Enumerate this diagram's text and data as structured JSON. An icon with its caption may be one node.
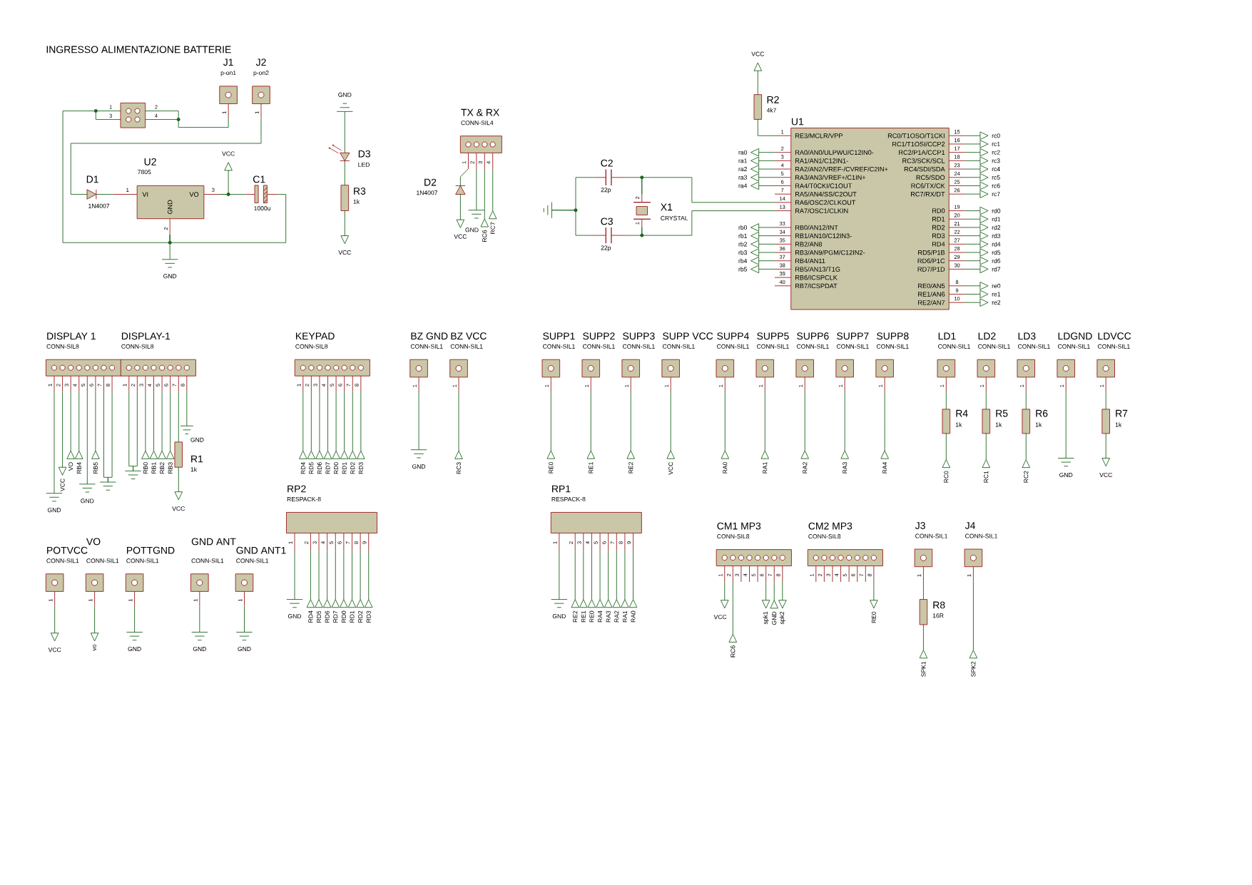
{
  "diagram": {
    "nodes": [
      {
        "text": [
          "J1",
          "p-on1"
        ],
        "beside": [
          "1"
        ]
      },
      {
        "text": [
          "J2",
          "p-on2"
        ],
        "beside": [
          "1"
        ]
      },
      {
        "text": [
          "1",
          "2",
          "3",
          "4"
        ]
      },
      {
        "text": [
          "D1",
          "1N4007"
        ]
      },
      {
        "text": [
          "U2",
          "7805",
          "VI",
          "VO",
          "GND",
          "1",
          "3",
          "2"
        ]
      },
      {
        "text": [
          "C1",
          "1000u"
        ]
      },
      {
        "text": [
          "VCC"
        ]
      },
      {
        "text": [
          "GND"
        ]
      },
      {
        "text": [
          "GND"
        ]
      },
      {
        "text": [
          "D3",
          "LED"
        ]
      },
      {
        "text": [
          "R3",
          "1k"
        ]
      },
      {
        "text": [
          "VCC"
        ]
      },
      {
        "text": [
          "TX & RX",
          "CONN-SIL4"
        ],
        "beside": [
          "1",
          "2",
          "3",
          "4"
        ]
      },
      {
        "text": [
          "D2",
          "1N4007"
        ]
      },
      {
        "text": [
          "VCC"
        ]
      },
      {
        "text": [
          "GND"
        ]
      },
      {
        "text": [
          "RC6"
        ]
      },
      {
        "text": [
          "RC7"
        ]
      },
      {
        "text": [],
        "shape": "ground"
      },
      {
        "text": [
          "C2",
          "22p"
        ]
      },
      {
        "text": [
          "X1",
          "CRYSTAL",
          "2",
          "1"
        ]
      },
      {
        "text": [
          "C3",
          "22p"
        ]
      },
      {
        "text": [
          "R2",
          "4k7"
        ]
      },
      {
        "text": [
          "VCC"
        ]
      },
      {
        "text": [
          "U1",
          "RE3/MCLR/VPP",
          "RA0/AN0/ULPWU/C12IN0-",
          "RA1/AN1/C12IN1-",
          "RA2/AN2/VREF-/CVREF/C2IN+",
          "RA3/AN3/VREF+/C1IN+",
          "RA4/T0CKI/C1OUT",
          "RA5/AN4/SS/C2OUT",
          "RA6/OSC2/CLKOUT",
          "RA7/OSC1/CLKIN",
          "RB0/AN12/INT",
          "RB1/AN10/C12IN3-",
          "RB2/AN8",
          "RB3/AN9/PGM/C12IN2-",
          "RB4/AN11",
          "RB5/AN13/T1G",
          "RB6/ICSPCLK",
          "RB7/ICSPDAT",
          "RC0/T1OSO/T1CKI",
          "RC1/T1OSI/CCP2",
          "RC2/P1A/CCP1",
          "RC3/SCK/SCL",
          "RC4/SDI/SDA",
          "RC5/SDO",
          "RC6/TX/CK",
          "RC7/RX/DT",
          "RD0",
          "RD1",
          "RD2",
          "RD3",
          "RD4",
          "RD5/P1B",
          "RD6/P1C",
          "RD7/P1D",
          "RE0/AN5",
          "RE1/AN6",
          "RE2/AN7"
        ],
        "beside": [
          "1",
          "2",
          "3",
          "4",
          "5",
          "6",
          "7",
          "14",
          "13",
          "33",
          "34",
          "35",
          "36",
          "37",
          "38",
          "39",
          "40",
          "15",
          "16",
          "17",
          "18",
          "23",
          "24",
          "25",
          "26",
          "19",
          "20",
          "21",
          "22",
          "27",
          "28",
          "29",
          "30",
          "8",
          "9",
          "10"
        ]
      },
      {
        "text": [
          "ra0"
        ]
      },
      {
        "text": [
          "ra1"
        ]
      },
      {
        "text": [
          "ra2"
        ]
      },
      {
        "text": [
          "ra3"
        ]
      },
      {
        "text": [
          "ra4"
        ]
      },
      {
        "text": [
          "rb0"
        ]
      },
      {
        "text": [
          "rb1"
        ]
      },
      {
        "text": [
          "rb2"
        ]
      },
      {
        "text": [
          "rb3"
        ]
      },
      {
        "text": [
          "rb4"
        ]
      },
      {
        "text": [
          "rb5"
        ]
      },
      {
        "text": [
          "rc0"
        ]
      },
      {
        "text": [
          "rc1"
        ]
      },
      {
        "text": [
          "rc2"
        ]
      },
      {
        "text": [
          "rc3"
        ]
      },
      {
        "text": [
          "rc4"
        ]
      },
      {
        "text": [
          "rc5"
        ]
      },
      {
        "text": [
          "rc6"
        ]
      },
      {
        "text": [
          "rc7"
        ]
      },
      {
        "text": [
          "rd0"
        ]
      },
      {
        "text": [
          "rd1"
        ]
      },
      {
        "text": [
          "rd2"
        ]
      },
      {
        "text": [
          "rd3"
        ]
      },
      {
        "text": [
          "rd4"
        ]
      },
      {
        "text": [
          "rd5"
        ]
      },
      {
        "text": [
          "rd6"
        ]
      },
      {
        "text": [
          "rd7"
        ]
      },
      {
        "text": [
          "re0"
        ]
      },
      {
        "text": [
          "re1"
        ]
      },
      {
        "text": [
          "re2"
        ]
      },
      {
        "text": [
          "DISPLAY 1",
          "CONN-SIL8"
        ],
        "beside": [
          "1",
          "2",
          "3",
          "4",
          "5",
          "6",
          "7",
          "8"
        ]
      },
      {
        "text": [
          "GND"
        ]
      },
      {
        "text": [
          "VCC"
        ]
      },
      {
        "text": [
          "VO"
        ]
      },
      {
        "text": [
          "RB4"
        ]
      },
      {
        "text": [
          "GND"
        ]
      },
      {
        "text": [
          "RB5"
        ]
      },
      {
        "text": [],
        "shape": "ground"
      },
      {
        "text": [
          "DISPLAY-1",
          "CONN-SIL8"
        ],
        "beside": [
          "1",
          "2",
          "3",
          "4",
          "5",
          "6",
          "7",
          "8"
        ]
      },
      {
        "text": [],
        "shape": "ground"
      },
      {
        "text": [
          "RB0"
        ]
      },
      {
        "text": [
          "RB1"
        ]
      },
      {
        "text": [
          "RB2"
        ]
      },
      {
        "text": [
          "RB3"
        ]
      },
      {
        "text": [
          "R1",
          "1k"
        ]
      },
      {
        "text": [
          "VCC"
        ]
      },
      {
        "text": [
          "GND"
        ]
      },
      {
        "text": [
          "KEYPAD",
          "CONN-SIL8"
        ],
        "beside": [
          "1",
          "2",
          "3",
          "4",
          "5",
          "6",
          "7",
          "8"
        ]
      },
      {
        "text": [
          "RD4"
        ]
      },
      {
        "text": [
          "RD5"
        ]
      },
      {
        "text": [
          "RD6"
        ]
      },
      {
        "text": [
          "RD7"
        ]
      },
      {
        "text": [
          "RD0"
        ]
      },
      {
        "text": [
          "RD1"
        ]
      },
      {
        "text": [
          "RD2"
        ]
      },
      {
        "text": [
          "RD3"
        ]
      },
      {
        "text": [
          "BZ GND",
          "CONN-SIL1"
        ],
        "beside": [
          "1"
        ]
      },
      {
        "text": [
          "GND"
        ]
      },
      {
        "text": [
          "BZ VCC",
          "CONN-SIL1"
        ],
        "beside": [
          "1"
        ]
      },
      {
        "text": [
          "RC3"
        ]
      },
      {
        "text": [
          "SUPP1",
          "CONN-SIL1"
        ],
        "beside": [
          "1"
        ]
      },
      {
        "text": [
          "RE0"
        ]
      },
      {
        "text": [
          "SUPP2",
          "CONN-SIL1"
        ],
        "beside": [
          "1"
        ]
      },
      {
        "text": [
          "RE1"
        ]
      },
      {
        "text": [
          "SUPP3",
          "CONN-SIL1"
        ],
        "beside": [
          "1"
        ]
      },
      {
        "text": [
          "RE2"
        ]
      },
      {
        "text": [
          "SUPP VCC",
          "CONN-SIL1"
        ],
        "beside": [
          "1"
        ]
      },
      {
        "text": [
          "VCC"
        ]
      },
      {
        "text": [
          "SUPP4",
          "CONN-SIL1"
        ],
        "beside": [
          "1"
        ]
      },
      {
        "text": [
          "RA0"
        ]
      },
      {
        "text": [
          "SUPP5",
          "CONN-SIL1"
        ],
        "beside": [
          "1"
        ]
      },
      {
        "text": [
          "RA1"
        ]
      },
      {
        "text": [
          "SUPP6",
          "CONN-SIL1"
        ],
        "beside": [
          "1"
        ]
      },
      {
        "text": [
          "RA2"
        ]
      },
      {
        "text": [
          "SUPP7",
          "CONN-SIL1"
        ],
        "beside": [
          "1"
        ]
      },
      {
        "text": [
          "RA3"
        ]
      },
      {
        "text": [
          "SUPP8",
          "CONN-SIL1"
        ],
        "beside": [
          "1"
        ]
      },
      {
        "text": [
          "RA4"
        ]
      },
      {
        "text": [
          "LD1",
          "CONN-SIL1"
        ],
        "beside": [
          "1"
        ]
      },
      {
        "text": [
          "R4",
          "1k"
        ]
      },
      {
        "text": [
          "RC0"
        ]
      },
      {
        "text": [
          "LD2",
          "CONN-SIL1"
        ],
        "beside": [
          "1"
        ]
      },
      {
        "text": [
          "R5",
          "1k"
        ]
      },
      {
        "text": [
          "RC1"
        ]
      },
      {
        "text": [
          "LD3",
          "CONN-SIL1"
        ],
        "beside": [
          "1"
        ]
      },
      {
        "text": [
          "R6",
          "1k"
        ]
      },
      {
        "text": [
          "RC2"
        ]
      },
      {
        "text": [
          "LDGND",
          "CONN-SIL1"
        ],
        "beside": [
          "1"
        ]
      },
      {
        "text": [
          "GND"
        ]
      },
      {
        "text": [
          "LDVCC",
          "CONN-SIL1"
        ],
        "beside": [
          "1"
        ]
      },
      {
        "text": [
          "R7",
          "1k"
        ]
      },
      {
        "text": [
          "VCC"
        ]
      },
      {
        "text": [
          "POTVCC",
          "CONN-SIL1"
        ],
        "beside": [
          "1"
        ]
      },
      {
        "text": [
          "VCC"
        ]
      },
      {
        "text": [
          "VO",
          "CONN-SIL1"
        ],
        "beside": [
          "1"
        ]
      },
      {
        "text": [
          "vo"
        ]
      },
      {
        "text": [
          "POTTGND",
          "CONN-SIL1"
        ],
        "beside": [
          "1"
        ]
      },
      {
        "text": [
          "GND"
        ]
      },
      {
        "text": [
          "GND ANT",
          "CONN-SIL1"
        ],
        "beside": [
          "1"
        ]
      },
      {
        "text": [
          "GND"
        ]
      },
      {
        "text": [
          "GND ANT1",
          "CONN-SIL1"
        ],
        "beside": [
          "1"
        ]
      },
      {
        "text": [
          "GND"
        ]
      },
      {
        "text": [
          "RP2",
          "RESPACK-8"
        ],
        "beside": [
          "1",
          "2",
          "3",
          "4",
          "5",
          "6",
          "7",
          "8",
          "9"
        ]
      },
      {
        "text": [
          "GND"
        ]
      },
      {
        "text": [
          "RD4"
        ]
      },
      {
        "text": [
          "RD5"
        ]
      },
      {
        "text": [
          "RD6"
        ]
      },
      {
        "text": [
          "RD7"
        ]
      },
      {
        "text": [
          "RD0"
        ]
      },
      {
        "text": [
          "RD1"
        ]
      },
      {
        "text": [
          "RD2"
        ]
      },
      {
        "text": [
          "RD3"
        ]
      },
      {
        "text": [
          "RP1",
          "RESPACK-8"
        ],
        "beside": [
          "1",
          "2",
          "3",
          "4",
          "5",
          "6",
          "7",
          "8",
          "9"
        ]
      },
      {
        "text": [
          "GND"
        ]
      },
      {
        "text": [
          "RE2"
        ]
      },
      {
        "text": [
          "RE1"
        ]
      },
      {
        "text": [
          "RE0"
        ]
      },
      {
        "text": [
          "RA4"
        ]
      },
      {
        "text": [
          "RA3"
        ]
      },
      {
        "text": [
          "RA2"
        ]
      },
      {
        "text": [
          "RA1"
        ]
      },
      {
        "text": [
          "RA0"
        ]
      },
      {
        "text": [
          "CM1 MP3",
          "CONN-SIL8"
        ],
        "beside": [
          "1",
          "2",
          "3",
          "4",
          "5",
          "6",
          "7",
          "8"
        ]
      },
      {
        "text": [
          "VCC"
        ]
      },
      {
        "text": [
          "RC6"
        ]
      },
      {
        "text": [
          "spk1"
        ]
      },
      {
        "text": [
          "GND"
        ]
      },
      {
        "text": [
          "spk2"
        ]
      },
      {
        "text": [
          "CM2 MP3",
          "CONN-SIL8"
        ],
        "beside": [
          "1",
          "2",
          "3",
          "4",
          "5",
          "6",
          "7",
          "8"
        ]
      },
      {
        "text": [
          "RE0"
        ]
      },
      {
        "text": [
          "J3",
          "CONN-SIL1"
        ],
        "beside": [
          "1"
        ]
      },
      {
        "text": [
          "R8",
          "16R"
        ]
      },
      {
        "text": [
          "SPK1"
        ]
      },
      {
        "text": [
          "J4",
          "CONN-SIL1"
        ],
        "beside": [
          "1"
        ]
      },
      {
        "text": [
          "SPK2"
        ]
      }
    ],
    "edges": [
      {
        "from": 2,
        "to": 0,
        "arrow": "none"
      },
      {
        "from": 1,
        "to": 3,
        "arrow": "none"
      },
      {
        "from": 3,
        "to": 4,
        "arrow": "none"
      },
      {
        "from": 4,
        "to": 6,
        "arrow": "none"
      },
      {
        "from": 4,
        "to": 5,
        "arrow": "none"
      },
      {
        "from": 4,
        "to": 7,
        "arrow": "none"
      },
      {
        "from": 2,
        "to": 4,
        "arrow": "none"
      },
      {
        "from": 5,
        "to": 4,
        "arrow": "none"
      },
      {
        "from": 8,
        "to": 9,
        "arrow": "none"
      },
      {
        "from": 9,
        "to": 10,
        "arrow": "none"
      },
      {
        "from": 10,
        "to": 11,
        "arrow": "none"
      },
      {
        "from": 12,
        "to": 13,
        "arrow": "none"
      },
      {
        "from": 13,
        "to": 14,
        "arrow": "none"
      },
      {
        "from": 12,
        "to": 15,
        "arrow": "none"
      },
      {
        "from": 12,
        "to": 16,
        "arrow": "none"
      },
      {
        "from": 12,
        "to": 17,
        "arrow": "none"
      },
      {
        "from": 18,
        "to": 19,
        "arrow": "none"
      },
      {
        "from": 18,
        "to": 21,
        "arrow": "none"
      },
      {
        "from": 19,
        "to": 20,
        "arrow": "none"
      },
      {
        "from": 21,
        "to": 20,
        "arrow": "none"
      },
      {
        "from": 20,
        "to": 24,
        "arrow": "none"
      },
      {
        "from": 20,
        "to": 24,
        "arrow": "none"
      },
      {
        "from": 23,
        "to": 22,
        "arrow": "none"
      },
      {
        "from": 22,
        "to": 24,
        "arrow": "none"
      },
      {
        "from": 24,
        "to": 25,
        "arrow": "none"
      },
      {
        "from": 24,
        "to": 26,
        "arrow": "none"
      },
      {
        "from": 24,
        "to": 27,
        "arrow": "none"
      },
      {
        "from": 24,
        "to": 28,
        "arrow": "none"
      },
      {
        "from": 24,
        "to": 29,
        "arrow": "none"
      },
      {
        "from": 24,
        "to": 30,
        "arrow": "none"
      },
      {
        "from": 24,
        "to": 31,
        "arrow": "none"
      },
      {
        "from": 24,
        "to": 32,
        "arrow": "none"
      },
      {
        "from": 24,
        "to": 33,
        "arrow": "none"
      },
      {
        "from": 24,
        "to": 34,
        "arrow": "none"
      },
      {
        "from": 24,
        "to": 35,
        "arrow": "none"
      },
      {
        "from": 24,
        "to": 36,
        "arrow": "none"
      },
      {
        "from": 24,
        "to": 37,
        "arrow": "none"
      },
      {
        "from": 24,
        "to": 38,
        "arrow": "none"
      },
      {
        "from": 24,
        "to": 39,
        "arrow": "none"
      },
      {
        "from": 24,
        "to": 40,
        "arrow": "none"
      },
      {
        "from": 24,
        "to": 41,
        "arrow": "none"
      },
      {
        "from": 24,
        "to": 42,
        "arrow": "none"
      },
      {
        "from": 24,
        "to": 43,
        "arrow": "none"
      },
      {
        "from": 24,
        "to": 44,
        "arrow": "none"
      },
      {
        "from": 24,
        "to": 45,
        "arrow": "none"
      },
      {
        "from": 24,
        "to": 46,
        "arrow": "none"
      },
      {
        "from": 24,
        "to": 47,
        "arrow": "none"
      },
      {
        "from": 24,
        "to": 48,
        "arrow": "none"
      },
      {
        "from": 24,
        "to": 49,
        "arrow": "none"
      },
      {
        "from": 24,
        "to": 50,
        "arrow": "none"
      },
      {
        "from": 24,
        "to": 51,
        "arrow": "none"
      },
      {
        "from": 24,
        "to": 52,
        "arrow": "none"
      },
      {
        "from": 24,
        "to": 53,
        "arrow": "none"
      },
      {
        "from": 24,
        "to": 54,
        "arrow": "none"
      },
      {
        "from": 55,
        "to": 56,
        "arrow": "none"
      },
      {
        "from": 55,
        "to": 57,
        "arrow": "none"
      },
      {
        "from": 55,
        "to": 58,
        "arrow": "none"
      },
      {
        "from": 55,
        "to": 59,
        "arrow": "none"
      },
      {
        "from": 55,
        "to": 60,
        "arrow": "none"
      },
      {
        "from": 55,
        "to": 61,
        "arrow": "none"
      },
      {
        "from": 55,
        "to": 62,
        "arrow": "none"
      },
      {
        "from": 55,
        "to": 62,
        "arrow": "none"
      },
      {
        "from": 63,
        "to": 64,
        "arrow": "none"
      },
      {
        "from": 63,
        "to": 64,
        "arrow": "none"
      },
      {
        "from": 63,
        "to": 65,
        "arrow": "none"
      },
      {
        "from": 63,
        "to": 66,
        "arrow": "none"
      },
      {
        "from": 63,
        "to": 67,
        "arrow": "none"
      },
      {
        "from": 63,
        "to": 68,
        "arrow": "none"
      },
      {
        "from": 63,
        "to": 69,
        "arrow": "none"
      },
      {
        "from": 69,
        "to": 70,
        "arrow": "none"
      },
      {
        "from": 63,
        "to": 71,
        "arrow": "none"
      },
      {
        "from": 72,
        "to": 73,
        "arrow": "none"
      },
      {
        "from": 72,
        "to": 74,
        "arrow": "none"
      },
      {
        "from": 72,
        "to": 75,
        "arrow": "none"
      },
      {
        "from": 72,
        "to": 76,
        "arrow": "none"
      },
      {
        "from": 72,
        "to": 77,
        "arrow": "none"
      },
      {
        "from": 72,
        "to": 78,
        "arrow": "none"
      },
      {
        "from": 72,
        "to": 79,
        "arrow": "none"
      },
      {
        "from": 72,
        "to": 80,
        "arrow": "none"
      },
      {
        "from": 81,
        "to": 82,
        "arrow": "none"
      },
      {
        "from": 83,
        "to": 84,
        "arrow": "none"
      },
      {
        "from": 85,
        "to": 86,
        "arrow": "none"
      },
      {
        "from": 87,
        "to": 88,
        "arrow": "none"
      },
      {
        "from": 89,
        "to": 90,
        "arrow": "none"
      },
      {
        "from": 91,
        "to": 92,
        "arrow": "none"
      },
      {
        "from": 93,
        "to": 94,
        "arrow": "none"
      },
      {
        "from": 95,
        "to": 96,
        "arrow": "none"
      },
      {
        "from": 97,
        "to": 98,
        "arrow": "none"
      },
      {
        "from": 99,
        "to": 100,
        "arrow": "none"
      },
      {
        "from": 101,
        "to": 102,
        "arrow": "none"
      },
      {
        "from": 103,
        "to": 104,
        "arrow": "none"
      },
      {
        "from": 104,
        "to": 105,
        "arrow": "none"
      },
      {
        "from": 106,
        "to": 107,
        "arrow": "none"
      },
      {
        "from": 107,
        "to": 108,
        "arrow": "none"
      },
      {
        "from": 109,
        "to": 110,
        "arrow": "none"
      },
      {
        "from": 110,
        "to": 111,
        "arrow": "none"
      },
      {
        "from": 112,
        "to": 113,
        "arrow": "none"
      },
      {
        "from": 114,
        "to": 115,
        "arrow": "none"
      },
      {
        "from": 115,
        "to": 116,
        "arrow": "none"
      },
      {
        "from": 117,
        "to": 118,
        "arrow": "none"
      },
      {
        "from": 119,
        "to": 120,
        "arrow": "none"
      },
      {
        "from": 121,
        "to": 122,
        "arrow": "none"
      },
      {
        "from": 123,
        "to": 124,
        "arrow": "none"
      },
      {
        "from": 125,
        "to": 126,
        "arrow": "none"
      },
      {
        "from": 127,
        "to": 128,
        "arrow": "none"
      },
      {
        "from": 127,
        "to": 129,
        "arrow": "none"
      },
      {
        "from": 127,
        "to": 130,
        "arrow": "none"
      },
      {
        "from": 127,
        "to": 131,
        "arrow": "none"
      },
      {
        "from": 127,
        "to": 132,
        "arrow": "none"
      },
      {
        "from": 127,
        "to": 133,
        "arrow": "none"
      },
      {
        "from": 127,
        "to": 134,
        "arrow": "none"
      },
      {
        "from": 127,
        "to": 135,
        "arrow": "none"
      },
      {
        "from": 127,
        "to": 136,
        "arrow": "none"
      },
      {
        "from": 137,
        "to": 138,
        "arrow": "none"
      },
      {
        "from": 137,
        "to": 139,
        "arrow": "none"
      },
      {
        "from": 137,
        "to": 140,
        "arrow": "none"
      },
      {
        "from": 137,
        "to": 141,
        "arrow": "none"
      },
      {
        "from": 137,
        "to": 142,
        "arrow": "none"
      },
      {
        "from": 137,
        "to": 143,
        "arrow": "none"
      },
      {
        "from": 137,
        "to": 144,
        "arrow": "none"
      },
      {
        "from": 137,
        "to": 145,
        "arrow": "none"
      },
      {
        "from": 137,
        "to": 146,
        "arrow": "none"
      },
      {
        "from": 147,
        "to": 148,
        "arrow": "none"
      },
      {
        "from": 147,
        "to": 149,
        "arrow": "none"
      },
      {
        "from": 147,
        "to": 150,
        "arrow": "none"
      },
      {
        "from": 147,
        "to": 151,
        "arrow": "none"
      },
      {
        "from": 147,
        "to": 152,
        "arrow": "none"
      },
      {
        "from": 153,
        "to": 154,
        "arrow": "none"
      },
      {
        "from": 155,
        "to": 156,
        "arrow": "none"
      },
      {
        "from": 156,
        "to": 157,
        "arrow": "none"
      },
      {
        "from": 158,
        "to": 159,
        "arrow": "none"
      }
    ],
    "labels": [
      "INGRESSO ALIMENTAZIONE BATTERIE"
    ]
  }
}
